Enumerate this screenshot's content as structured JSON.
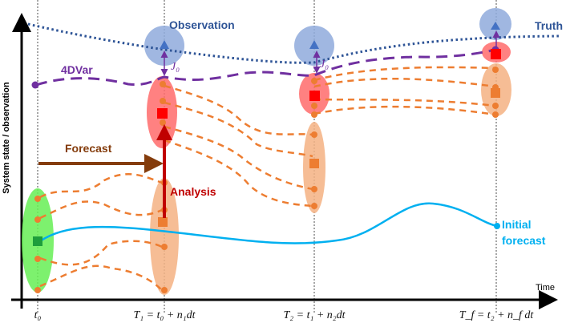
{
  "labels": {
    "y_axis": "System state / observation",
    "x_axis": "Time",
    "observation": "Observation",
    "truth": "Truth",
    "fourdvar": "4DVar",
    "forecast": "Forecast",
    "analysis": "Analysis",
    "initial_forecast_1": "Initial",
    "initial_forecast_2": "forecast",
    "j0_1": "J₀",
    "j0_2": "J₀"
  },
  "ticks": [
    "t₀",
    "T₁ = t₀ + n₁dt",
    "T₂ = t₁ + n₂dt",
    "T_f = t₂ + n_f dt"
  ],
  "colors": {
    "truth": "#2f5597",
    "observation": "#8faadc",
    "fourdvar": "#7030a0",
    "ensemble": "#ed7d31",
    "analysis": "#c00000",
    "forecast": "#843c0c",
    "initial_forecast": "#00b0f0",
    "initial_ensemble": "#66ee55"
  }
}
